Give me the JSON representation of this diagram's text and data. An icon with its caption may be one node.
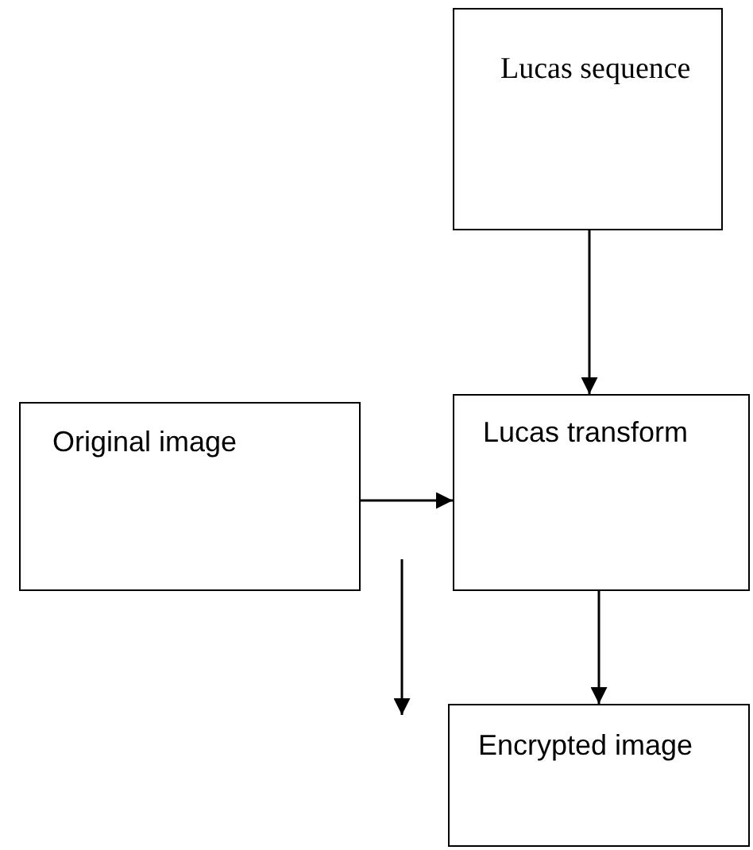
{
  "diagram": {
    "nodes": [
      {
        "text": [
          "Lucas sequence"
        ]
      },
      {
        "text": [
          "Original image"
        ]
      },
      {
        "text": [
          "Lucas transform"
        ]
      },
      {
        "text": [
          "Encrypted image"
        ]
      }
    ],
    "edges": [
      {
        "from": 0,
        "to": 2,
        "arrow": "to"
      },
      {
        "from": 1,
        "to": 2,
        "arrow": "to"
      },
      {
        "from": 2,
        "to": 3,
        "arrow": "to"
      }
    ]
  }
}
